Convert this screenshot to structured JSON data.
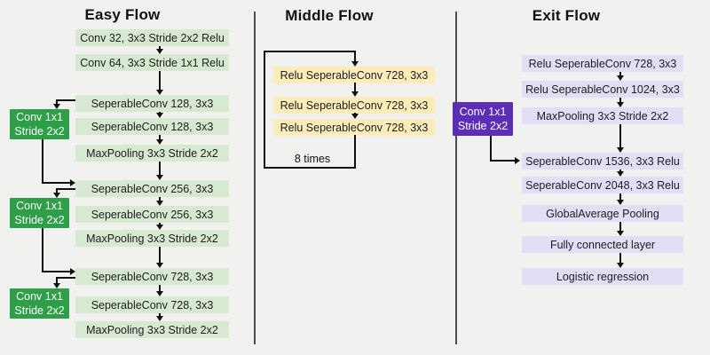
{
  "titles": {
    "easy": "Easy Flow",
    "middle": "Middle Flow",
    "exit": "Exit Flow"
  },
  "easy": {
    "boxes": [
      "Conv 32, 3x3 Stride 2x2 Relu",
      "Conv 64, 3x3 Stride 1x1 Relu",
      "SeperableConv 128, 3x3",
      "SeperableConv 128, 3x3",
      "MaxPooling 3x3 Stride 2x2",
      "SeperableConv 256, 3x3",
      "SeperableConv 256, 3x3",
      "MaxPooling 3x3 Stride 2x2",
      "SeperableConv 728, 3x3",
      "SeperableConv 728, 3x3",
      "MaxPooling 3x3 Stride 2x2"
    ],
    "skip_boxes": [
      "Conv 1x1\nStride 2x2",
      "Conv 1x1\nStride 2x2",
      "Conv 1x1\nStride 2x2"
    ]
  },
  "middle": {
    "boxes": [
      "Relu SeperableConv 728, 3x3",
      "Relu SeperableConv 728, 3x3",
      "Relu SeperableConv 728, 3x3"
    ],
    "loop_label": "8 times"
  },
  "exit": {
    "boxes": [
      "Relu SeperableConv 728, 3x3",
      "Relu SeperableConv 1024, 3x3",
      "MaxPooling 3x3 Stride 2x2",
      "SeperableConv 1536, 3x3 Relu",
      "SeperableConv 2048, 3x3 Relu",
      "GlobalAverage Pooling",
      "Fully connected layer",
      "Logistic regression"
    ],
    "skip_box": "Conv 1x1\nStride 2x2"
  },
  "colors": {
    "background": "#f1f1ef",
    "easy_box": "#d8e9d2",
    "easy_skip_box": "#2f9e49",
    "middle_box": "#fbecb9",
    "exit_box": "#e4ddf6",
    "exit_skip_box": "#5c2db5",
    "line": "#111111",
    "divider": "#4c4c4c"
  }
}
